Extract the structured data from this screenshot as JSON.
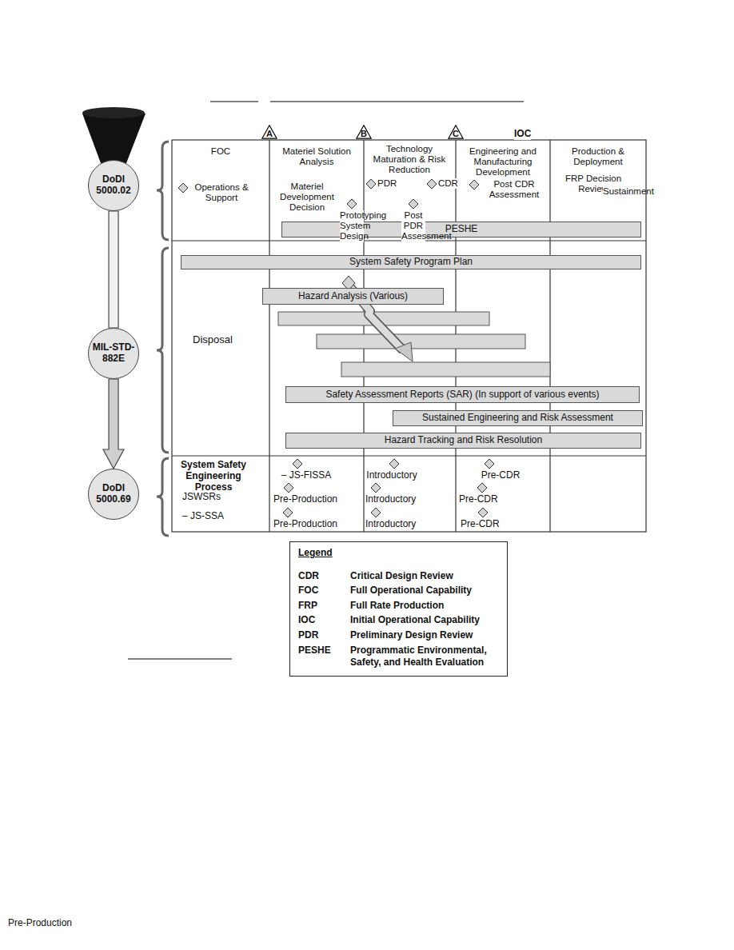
{
  "diagram": {
    "nodes": [
      {
        "text": [
          "A"
        ]
      },
      {
        "text": [
          "B"
        ]
      },
      {
        "text": [
          "C"
        ]
      },
      {
        "text": [
          "DoDI 5000.02"
        ]
      },
      {
        "text": [
          "PESHE"
        ]
      },
      {
        "text": [
          "System Safety Program Plan"
        ]
      },
      {
        "text": [
          "Hazard Analysis (Various)"
        ]
      },
      {
        "text": [
          "MIL-STD-882E"
        ]
      },
      {
        "text": [
          "Safety Assessment Reports (SAR) (In support of various events)"
        ]
      },
      {
        "text": [
          "Sustained Engineering and Risk Assessment"
        ]
      },
      {
        "text": [
          "Hazard Tracking and Risk Resolution"
        ]
      },
      {
        "text": [
          "DoDI 5000.69"
        ]
      },
      {
        "text": [
          "Legend",
          "CDR",
          "Critical Design Review",
          "FOC",
          "Full Operational Capability",
          "FRP",
          "Full Rate Production",
          "IOC",
          "Initial Operational Capability",
          "PDR",
          "Preliminary Design Review",
          "PESHE",
          "Programmatic Environmental, Safety, and Health Evaluation"
        ]
      }
    ],
    "edges": [
      {
        "from": 3,
        "to": 7,
        "arrow": "none"
      },
      {
        "from": 7,
        "to": 11,
        "arrow": "to"
      }
    ],
    "labels": [
      "IOC",
      "FOC",
      "Materiel Solution Analysis",
      "Technology Maturation & Risk Reduction",
      "Engineering and Manufacturing Development",
      "Production & Deployment",
      "Operations & Support",
      "Materiel Development Decision",
      "Prototyping System Design",
      "PDR",
      "Post PDR Assessment",
      "CDR",
      "Post CDR Assessment",
      "FRP Decision Review",
      "Sustainment",
      "Disposal",
      "System Safety Engineering Process",
      "JSWSRs",
      "– JS-SSA",
      "– JS-FISSA",
      "Introductory",
      "Pre-CDR",
      "Pre-Production",
      "Introductory",
      "Pre-CDR",
      "Pre-Production",
      "Introductory",
      "Pre-CDR",
      "Pre-Production"
    ]
  }
}
